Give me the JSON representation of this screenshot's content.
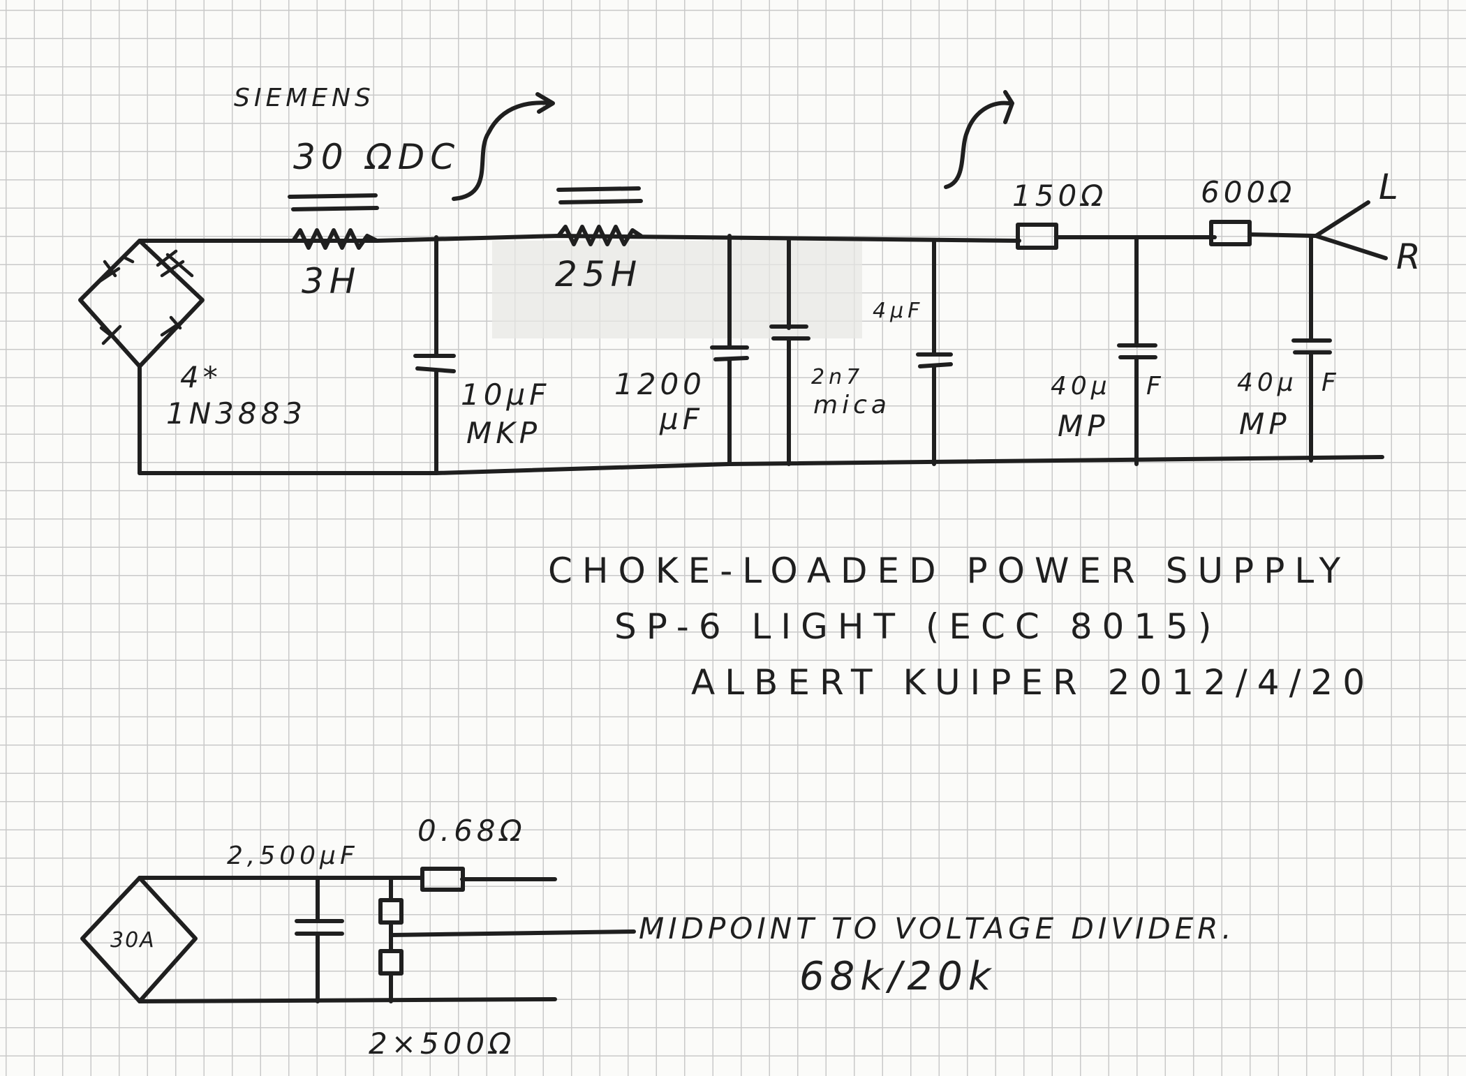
{
  "top_circuit": {
    "rectifier_label": "4*\n1N3883",
    "choke1": {
      "brand": "SIEMENS",
      "dcr": "30 ΩDC",
      "value": "3H"
    },
    "choke2": {
      "value": "25H"
    },
    "cap1": {
      "value": "10μF",
      "type": "MKP"
    },
    "cap2": {
      "value": "1200",
      "unit": "μF"
    },
    "cap3": {
      "value": "2n7",
      "type": "mica"
    },
    "cap4": {
      "value": "4μF"
    },
    "res1": {
      "value": "150Ω"
    },
    "res2": {
      "value": "600Ω"
    },
    "cap5": {
      "value": "40μ",
      "unit": "F",
      "type": "MP"
    },
    "cap6": {
      "value": "40μ",
      "unit": "F",
      "type": "MP"
    },
    "out_left": "L",
    "out_right": "R"
  },
  "title_block": {
    "line1": "CHOKE-LOADED POWER SUPPLY",
    "line2": "SP-6 LIGHT (ECC 8015)",
    "line3": "ALBERT KUIPER 2012/4/20"
  },
  "bottom_circuit": {
    "bridge": "30A",
    "cap": "2,500μF",
    "res": "0.68Ω",
    "divider": "2×500Ω",
    "note1": "MIDPOINT TO VOLTAGE DIVIDER.",
    "note2": "68k/20k"
  }
}
